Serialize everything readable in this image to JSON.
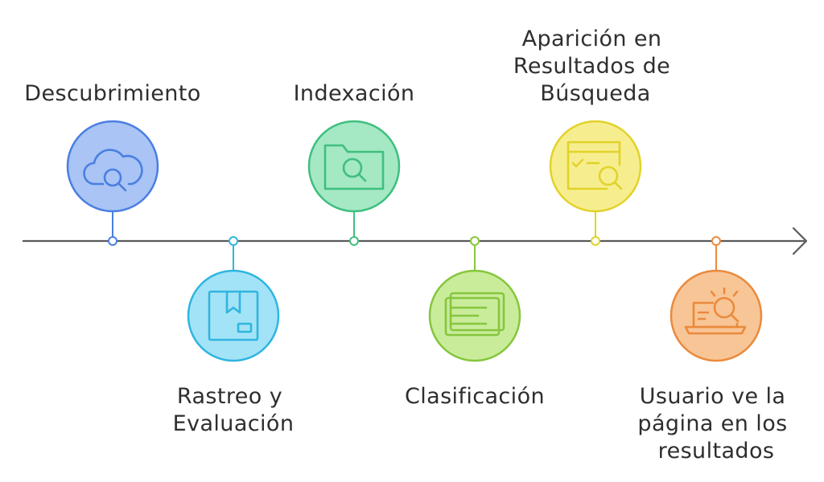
{
  "steps": [
    {
      "id": "discovery",
      "label_lines": [
        "Descubrimiento"
      ],
      "icon": "cloud-search-icon",
      "position": "above",
      "stroke": "#4a7fe0",
      "fill": "#a9c4f5"
    },
    {
      "id": "crawl",
      "label_lines": [
        "Rastreo y",
        "Evaluación"
      ],
      "icon": "box-icon",
      "position": "below",
      "stroke": "#2fb5e0",
      "fill": "#a3e3f7"
    },
    {
      "id": "index",
      "label_lines": [
        "Indexación"
      ],
      "icon": "folder-search-icon",
      "position": "above",
      "stroke": "#3fbf7f",
      "fill": "#a4e8c4"
    },
    {
      "id": "ranking",
      "label_lines": [
        "Clasificación"
      ],
      "icon": "cards-icon",
      "position": "below",
      "stroke": "#86c63d",
      "fill": "#c9ec9b"
    },
    {
      "id": "results",
      "label_lines": [
        "Aparición en",
        "Resultados de",
        "Búsqueda"
      ],
      "icon": "browser-search-icon",
      "position": "above",
      "stroke": "#e2d22a",
      "fill": "#f6ee8e"
    },
    {
      "id": "user",
      "label_lines": [
        "Usuario ve la",
        "página en los",
        "resultados"
      ],
      "icon": "laptop-search-icon",
      "position": "below",
      "stroke": "#ea8a3c",
      "fill": "#f8c596"
    }
  ],
  "axis_color": "#5a5a5a"
}
